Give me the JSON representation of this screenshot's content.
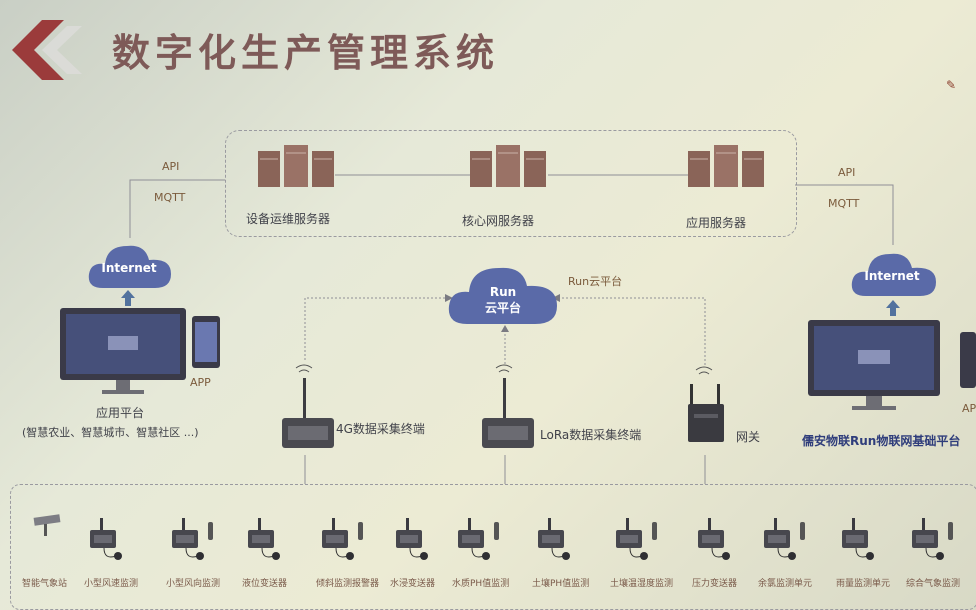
{
  "title": "数字化生产管理系统",
  "servers": [
    {
      "label": "设备运维服务器"
    },
    {
      "label": "核心网服务器"
    },
    {
      "label": "应用服务器"
    }
  ],
  "left_api": "API",
  "left_mqtt": "MQTT",
  "right_api": "API",
  "right_mqtt": "MQTT",
  "left_cloud": "Internet",
  "right_cloud": "Internet",
  "run_cloud_line1": "Run",
  "run_cloud_line2": "云平台",
  "run_cloud_label": "Run云平台",
  "app_label": "APP",
  "right_app_label": "AP",
  "app_platform": "应用平台",
  "app_platform_sub": "(智慧农业、智慧城市、智慧社区 ...)",
  "right_platform": "儒安物联Run物联网基础平台",
  "terminal_4g": "4G数据采集终端",
  "terminal_lora": "LoRa数据采集终端",
  "gateway": "网关",
  "sensors": [
    "智能气象站",
    "小型风速监测",
    "小型风向监测",
    "液位变送器",
    "倾斜监测报警器",
    "水浸变送器",
    "水质PH值监测",
    "土壤PH值监测",
    "土壤温湿度监测",
    "压力变送器",
    "余氯监测单元",
    "雨量监测单元",
    "综合气象监测"
  ],
  "colors": {
    "server": "#8a6458",
    "cloud": "#5a6aa8",
    "accent": "#7e5a58"
  }
}
